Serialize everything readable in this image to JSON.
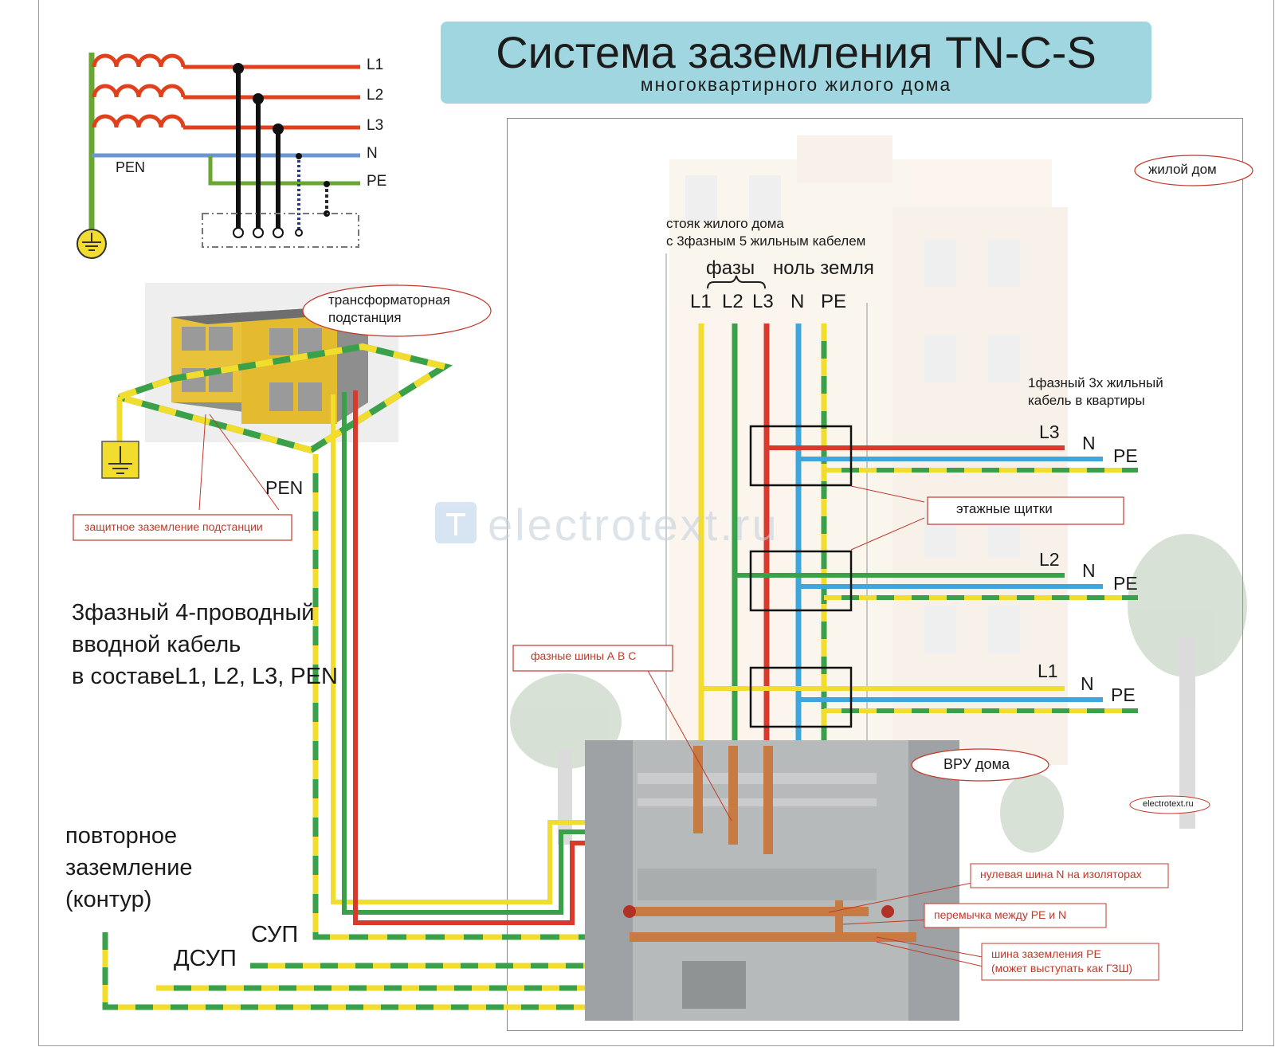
{
  "title": {
    "main": "Система заземления TN-C-S",
    "sub": "многоквартирного жилого дома"
  },
  "schematic": {
    "lines": [
      "L1",
      "L2",
      "L3",
      "N",
      "PE"
    ],
    "pen": "PEN"
  },
  "labels": {
    "house": "жилой дом",
    "riser_line1": "стояк жилого дома",
    "riser_line2": "с 3фазным 5 жильным кабелем",
    "phases_word": "фазы",
    "zero_ground": "ноль земля",
    "riser_cols": [
      "L1",
      "L2",
      "L3",
      "N",
      "PE"
    ],
    "single_phase_line1": "1фазный 3х жильный",
    "single_phase_line2": "кабель в квартиры",
    "floor_panels": "этажные щитки",
    "transformer_line1": "трансформаторная",
    "transformer_line2": "подстанция",
    "substation_ground": "защитное заземление подстанции",
    "pen_label": "PEN",
    "input_cable_line1": "3фазный 4-проводный",
    "input_cable_line2": "вводной кабель",
    "input_cable_line3": "в составеL1, L2, L3, PEN",
    "phase_buses": "фазные шины А В С",
    "vru": "ВРУ дома",
    "site": "electrotext.ru",
    "watermark": "electrotext.ru",
    "repeat_ground_line1": "повторное",
    "repeat_ground_line2": "заземление",
    "repeat_ground_line3": "(контур)",
    "sup": "СУП",
    "dsup": "ДСУП",
    "neutral_bus": "нулевая шина N на изоляторах",
    "jumper": "перемычка между PE и N",
    "pe_bus_line1": "шина заземления PE",
    "pe_bus_line2": "(может выступать как ГЗШ)"
  },
  "floors": [
    {
      "phase": "L3",
      "n": "N",
      "pe": "PE"
    },
    {
      "phase": "L2",
      "n": "N",
      "pe": "PE"
    },
    {
      "phase": "L1",
      "n": "N",
      "pe": "PE"
    }
  ],
  "colors": {
    "phase_red": "#d93a2b",
    "phase_green": "#3aa14a",
    "phase_yellow": "#f2dc2e",
    "neutral_blue": "#3ea6dc",
    "ground_green": "#6aa632",
    "title_bg": "#9fd6df",
    "transformer": "#e8c23a"
  },
  "icons": [
    "ground-symbol-icon",
    "transformer-icon",
    "building-icon",
    "tree-icon",
    "cabinet-icon"
  ]
}
